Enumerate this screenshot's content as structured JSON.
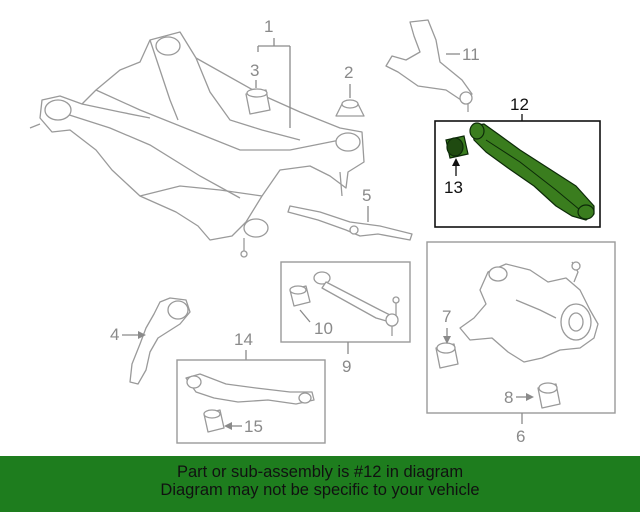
{
  "callouts": {
    "c1": "1",
    "c2": "2",
    "c3": "3",
    "c4": "4",
    "c5": "5",
    "c6": "6",
    "c7": "7",
    "c8": "8",
    "c9": "9",
    "c10": "10",
    "c11": "11",
    "c12": "12",
    "c13": "13",
    "c14": "14",
    "c15": "15"
  },
  "highlight": {
    "part": "12",
    "color": "#3a7d1e",
    "box_color": "#111111"
  },
  "banner": {
    "line1": "Part or sub-assembly is #12 in diagram",
    "line2": "Diagram may not be specific to your vehicle",
    "background": "#1e7d1e"
  }
}
